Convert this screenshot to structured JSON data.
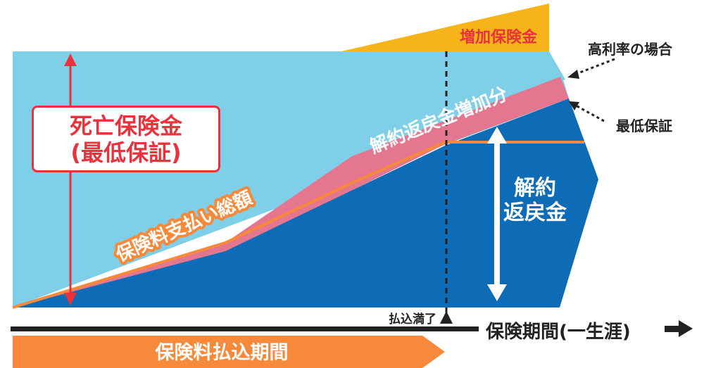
{
  "labels": {
    "death_benefit": "死亡保険金",
    "death_benefit_sub": "(最低保証)",
    "premium_total": "保険料支払い総額",
    "surrender_increase": "解約返戻金増加分",
    "increase_benefit": "増加保険金",
    "high_rate_case": "高利率の場合",
    "min_guarantee": "最低保証",
    "surrender_line1": "解約",
    "surrender_line2": "返戻金",
    "paid_up": "払込満了",
    "coverage_period": "保険期間(一生涯)",
    "payment_period": "保険料払込期間"
  },
  "colors": {
    "light_blue": "#80cfe9",
    "dark_blue": "#0e6cb6",
    "pink": "#e5768f",
    "orange": "#f7893a",
    "gold": "#f6b31a",
    "red": "#e8323c",
    "dark": "#222222",
    "white": "#ffffff"
  }
}
